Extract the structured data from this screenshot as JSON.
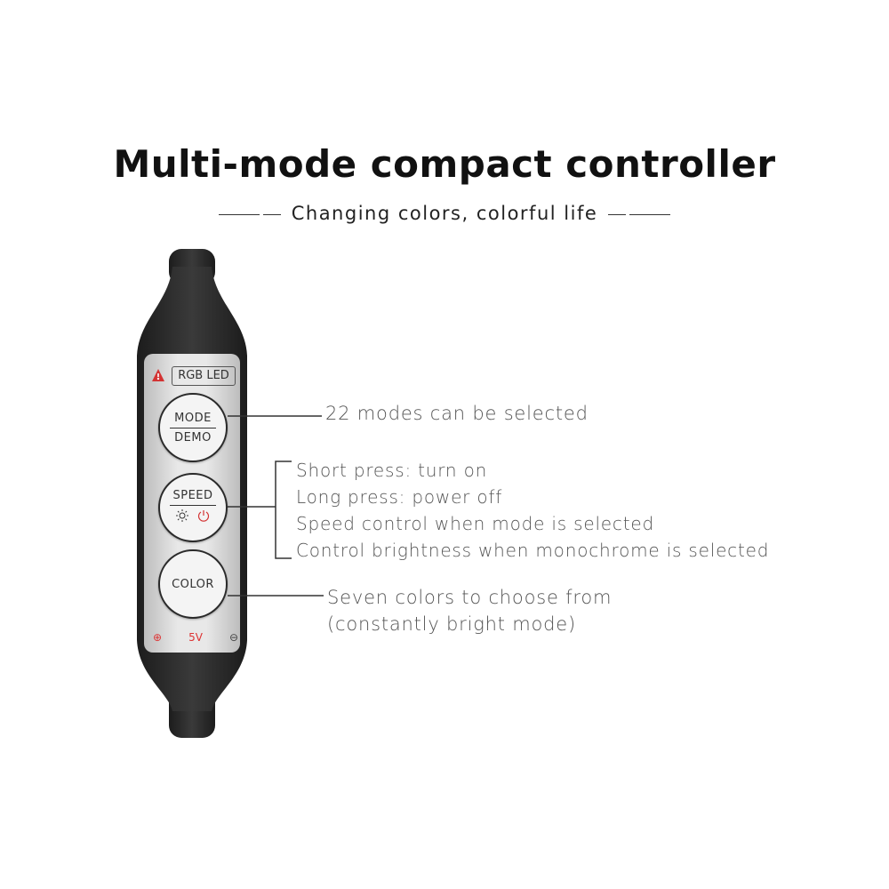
{
  "header": {
    "title": "Multi-mode compact controller",
    "subtitle": "Changing colors, colorful life"
  },
  "controller": {
    "badge": "RGB LED",
    "warning_icon": "warning-triangle-icon",
    "buttons": {
      "mode_top": "MODE",
      "mode_bottom": "DEMO",
      "speed": "SPEED",
      "speed_icons": [
        "sun-icon",
        "power-icon"
      ],
      "color": "COLOR"
    },
    "terminals": {
      "plus": "⊕",
      "voltage": "5V",
      "minus": "⊖"
    }
  },
  "callouts": {
    "mode": "22 modes can be selected",
    "speed": [
      "Short press: turn on",
      "Long press: power off",
      "Speed control when mode is selected",
      "Control brightness when monochrome is selected"
    ],
    "color": [
      "Seven colors to choose from",
      "(constantly bright mode)"
    ]
  },
  "colors": {
    "body": "#2b2b2b",
    "panel": "#d8d8d8",
    "accent_red": "#d33333"
  }
}
